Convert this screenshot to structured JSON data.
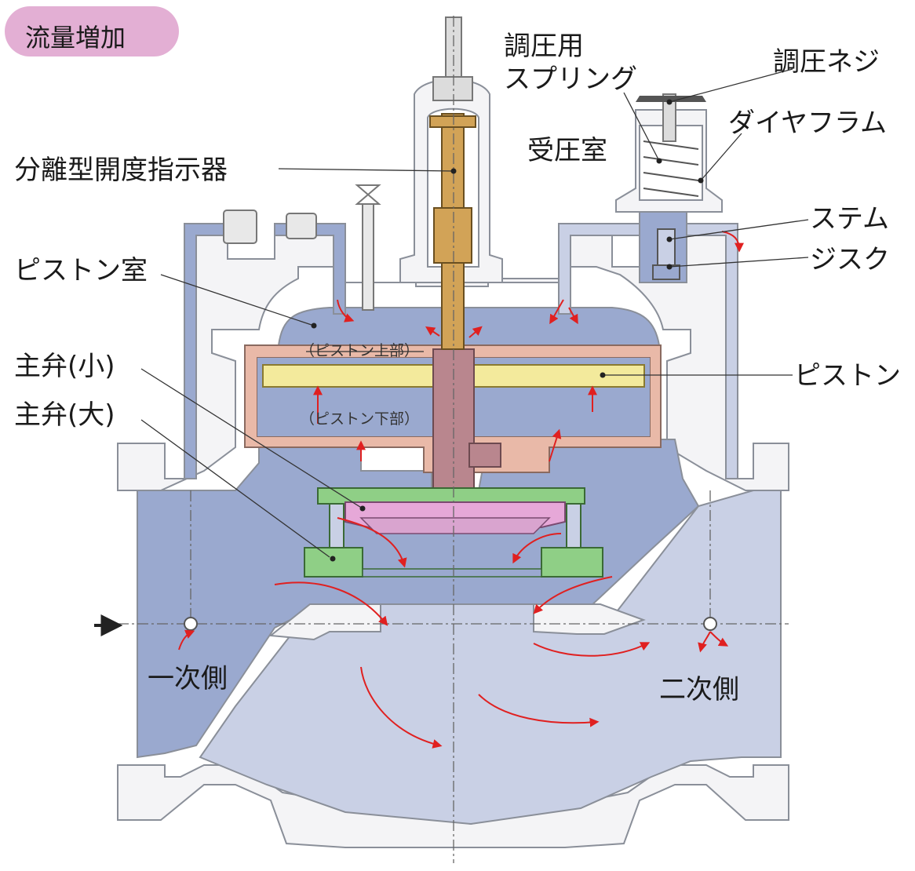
{
  "badge": {
    "label": "流量増加",
    "color": "#e3afd4"
  },
  "labels": {
    "pressure_spring": [
      "調圧用",
      "スプリング"
    ],
    "adjust_screw": "調圧ネジ",
    "diaphragm": "ダイヤフラム",
    "pressure_chamber": "受圧室",
    "indicator": "分離型開度指示器",
    "stem": "ステム",
    "disc": "ジスク",
    "piston_chamber": "ピストン室",
    "piston_upper": "（ピストン上部）",
    "piston": "ピストン",
    "main_valve_small": "主弁(小)",
    "main_valve_large": "主弁(大)",
    "piston_lower": "（ピストン下部）",
    "primary_side": "一次側",
    "secondary_side": "二次側"
  },
  "colors": {
    "primary_fluid": "#9aa9cf",
    "secondary_fluid": "#c9d0e5",
    "body_outline": "#8a8f99",
    "cylinder": "#e9b9a8",
    "piston": "#f3ea9c",
    "stem": "#b9868e",
    "indicator": "#d2a357",
    "valve_small": "#e6a8d8",
    "valve_large": "#8fcf86",
    "flow_arrow": "#e02020"
  }
}
